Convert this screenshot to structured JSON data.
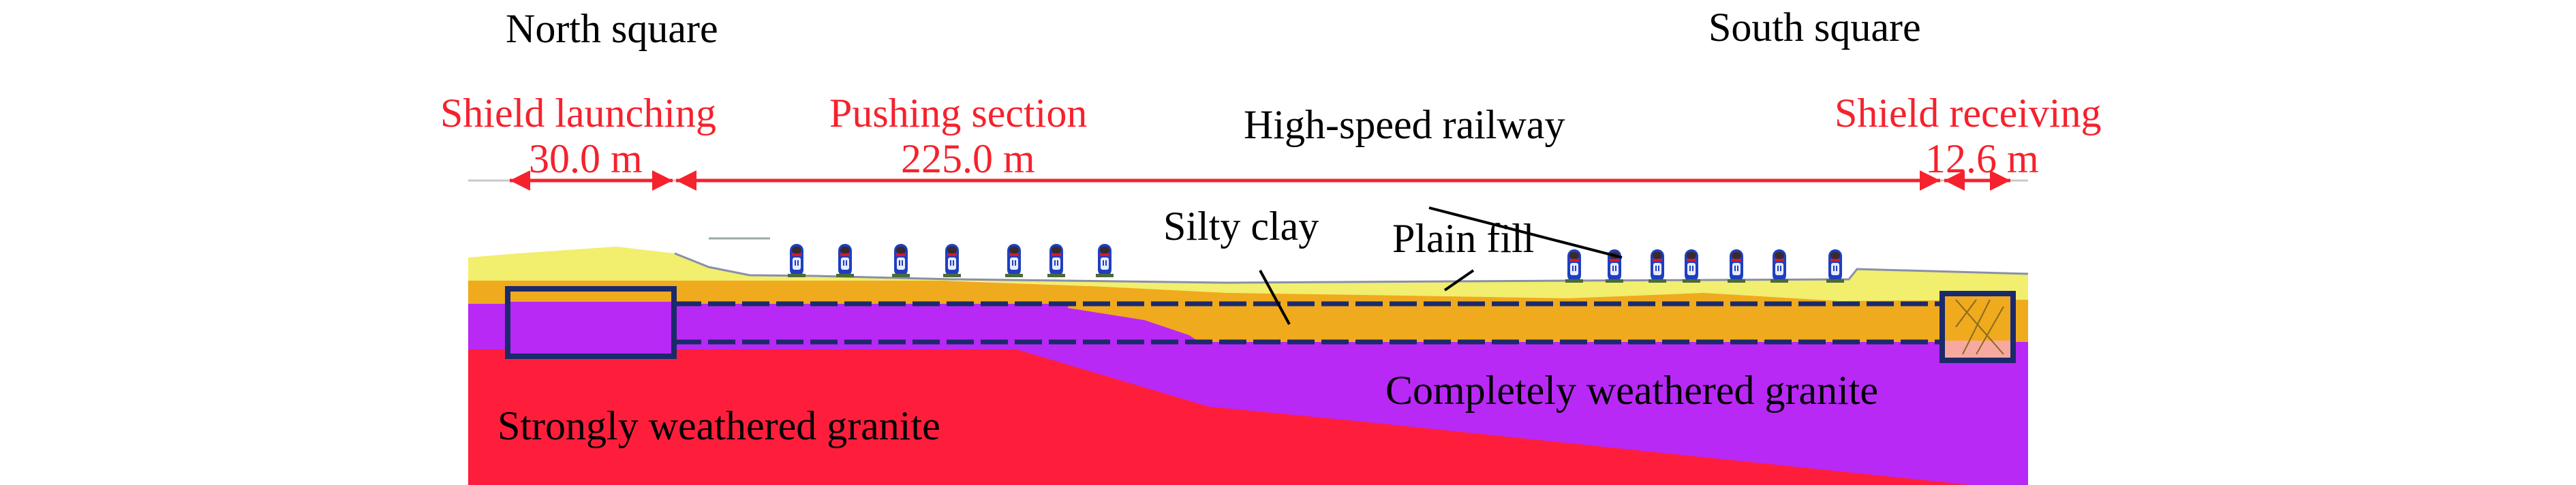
{
  "labels": {
    "north_square": "North square",
    "south_square": "South square",
    "shield_launching": "Shield launching",
    "shield_launching_length": "30.0 m",
    "pushing_section": "Pushing section",
    "pushing_section_length": "225.0 m",
    "shield_receiving": "Shield receiving",
    "shield_receiving_length": "12.6 m",
    "high_speed_railway": "High-speed railway",
    "silty_clay": "Silty clay",
    "plain_fill": "Plain fill",
    "strongly_weathered_granite": "Strongly weathered granite",
    "completely_weathered_granite": "Completely weathered granite"
  },
  "colors": {
    "annotation_red": "#f5222d",
    "plain_fill": "#f2ee6e",
    "silty_clay": "#f0aa1e",
    "completely_weathered_granite": "#b829f5",
    "strongly_weathered_granite": "#fe1e3c",
    "tunnel_outline": "#1b2a6b"
  },
  "trains": {
    "north_group_count": 7,
    "south_group_count": 7
  }
}
